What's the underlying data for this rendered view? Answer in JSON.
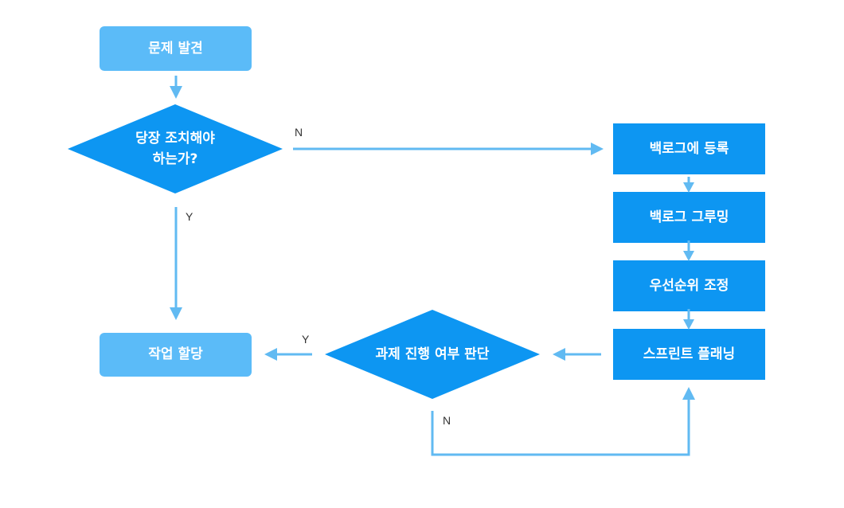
{
  "colors": {
    "light_node": "#5BBBF8",
    "dark_node": "#0D96F2",
    "connector": "#61BAF2",
    "edge_label": "#333333"
  },
  "nodes": {
    "problem_found": "문제 발견",
    "immediate_action_line1": "당장 조치해야",
    "immediate_action_line2": "하는가?",
    "register_backlog": "백로그에 등록",
    "backlog_grouping": "백로그 그루밍",
    "prioritize": "우선순위 조정",
    "sprint_planning": "스프린트 플래닝",
    "proceed_decision": "과제 진행 여부 판단",
    "assign_task": "작업 할당"
  },
  "edge_labels": {
    "immediate_no": "N",
    "immediate_yes": "Y",
    "proceed_yes": "Y",
    "proceed_no": "N"
  }
}
